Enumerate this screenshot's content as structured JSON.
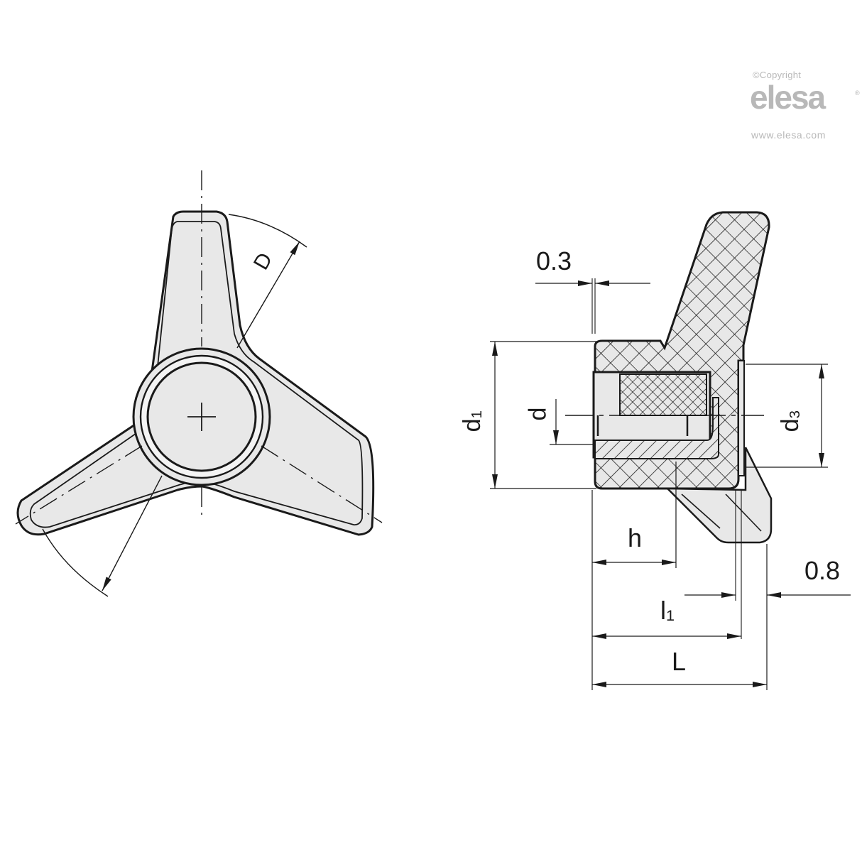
{
  "watermark": {
    "copyright": "©Copyright",
    "brand": "elesa",
    "registered": "®",
    "url": "www.elesa.com",
    "color": "#b8b8b8"
  },
  "front_view": {
    "label": "D",
    "description": "Three-lobed knob, front view with hub and centerlines"
  },
  "section_view": {
    "description": "Sectional side view of three-lobed knob with threaded insert",
    "dimensions": {
      "gap_top": "0.3",
      "d1_main": "d",
      "d1_sub": "1",
      "d": "d",
      "d3_main": "d",
      "d3_sub": "3",
      "h": "h",
      "l1_main": "l",
      "l1_sub": "1",
      "gap_right": "0.8",
      "L": "L"
    }
  },
  "colors": {
    "line": "#1a1a1a",
    "fill": "#e8e8e8",
    "background": "#ffffff"
  }
}
